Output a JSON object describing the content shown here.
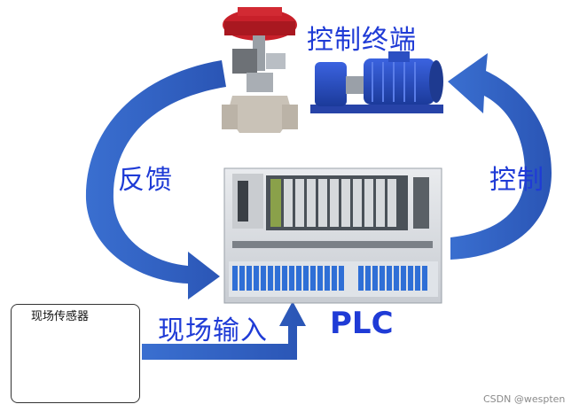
{
  "labels": {
    "control_terminal": "控制终端",
    "feedback": "反馈",
    "control": "控制",
    "field_input": "现场输入",
    "plc": "PLC",
    "field_sensor": "现场传感器"
  },
  "watermark": "CSDN @wespten",
  "colors": {
    "arrow_blue": "#2e5fc0",
    "label_blue": "#1f3bd6"
  },
  "icons": [
    "control-valve-icon",
    "pump-icon",
    "plc-cabinet-icon",
    "sensor-icon"
  ]
}
